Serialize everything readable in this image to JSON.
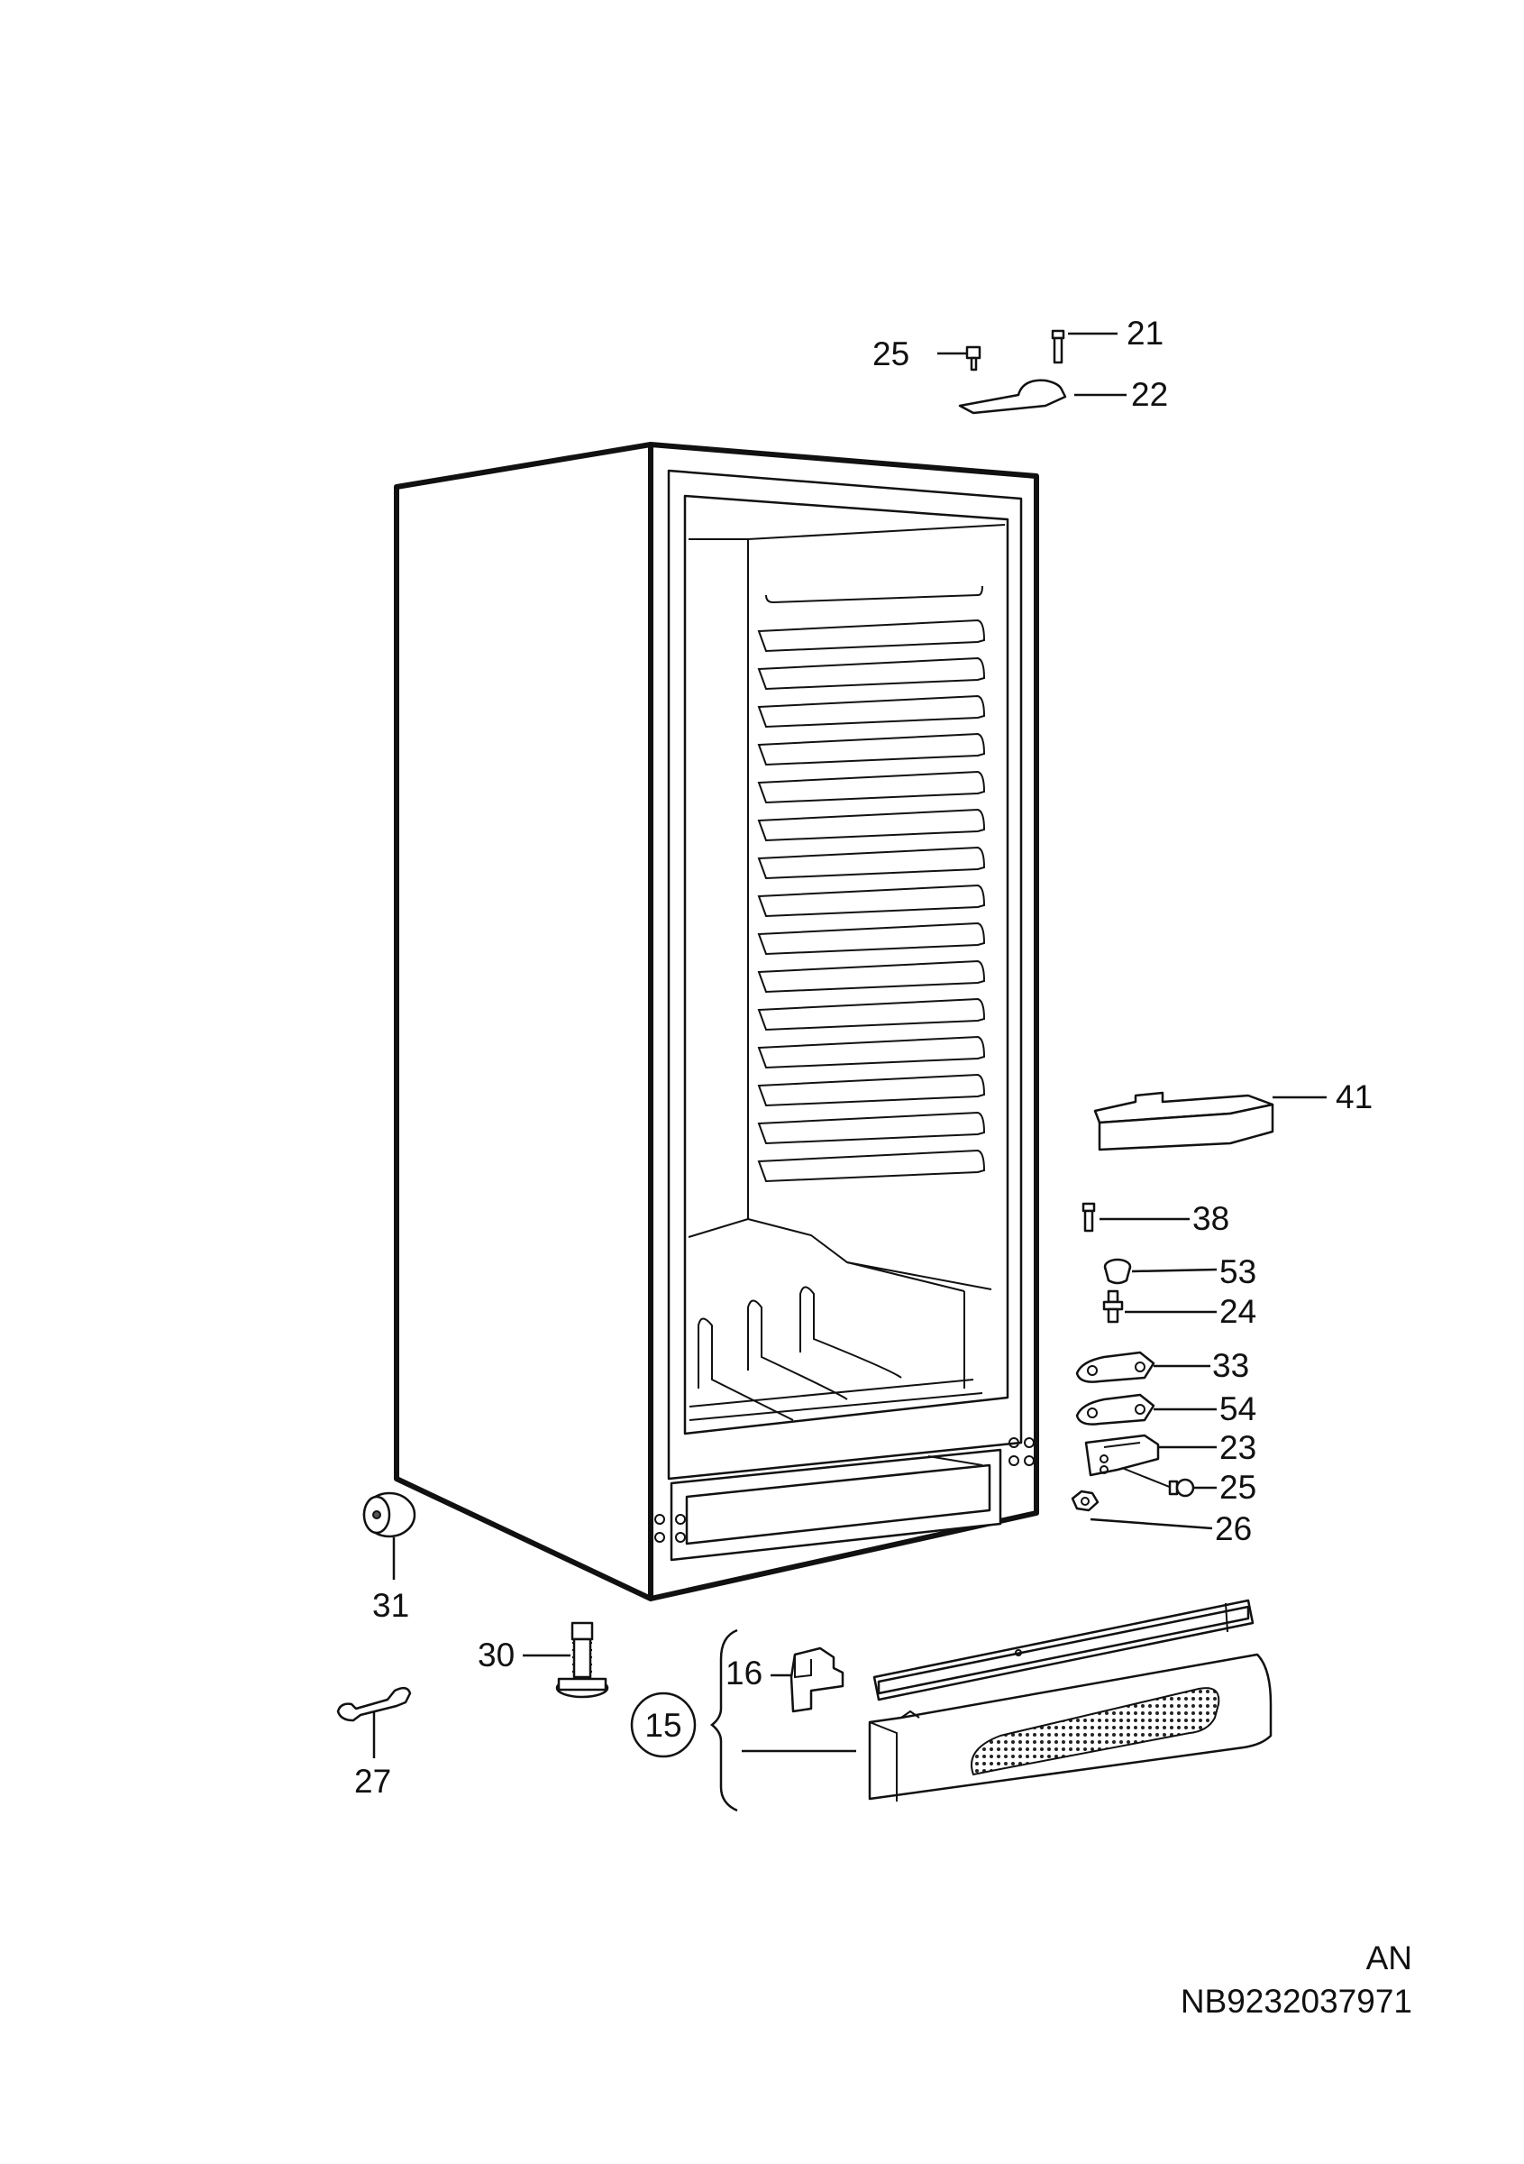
{
  "callouts": {
    "c21": "21",
    "c22": "22",
    "c25_top": "25",
    "c41": "41",
    "c38": "38",
    "c53": "53",
    "c24": "24",
    "c33": "33",
    "c54": "54",
    "c23": "23",
    "c25_mid": "25",
    "c26": "26",
    "c31": "31",
    "c30": "30",
    "c27": "27",
    "c16": "16",
    "c15": "15"
  },
  "footer": {
    "section_code": "AN",
    "doc_number": "NB9232037971"
  }
}
